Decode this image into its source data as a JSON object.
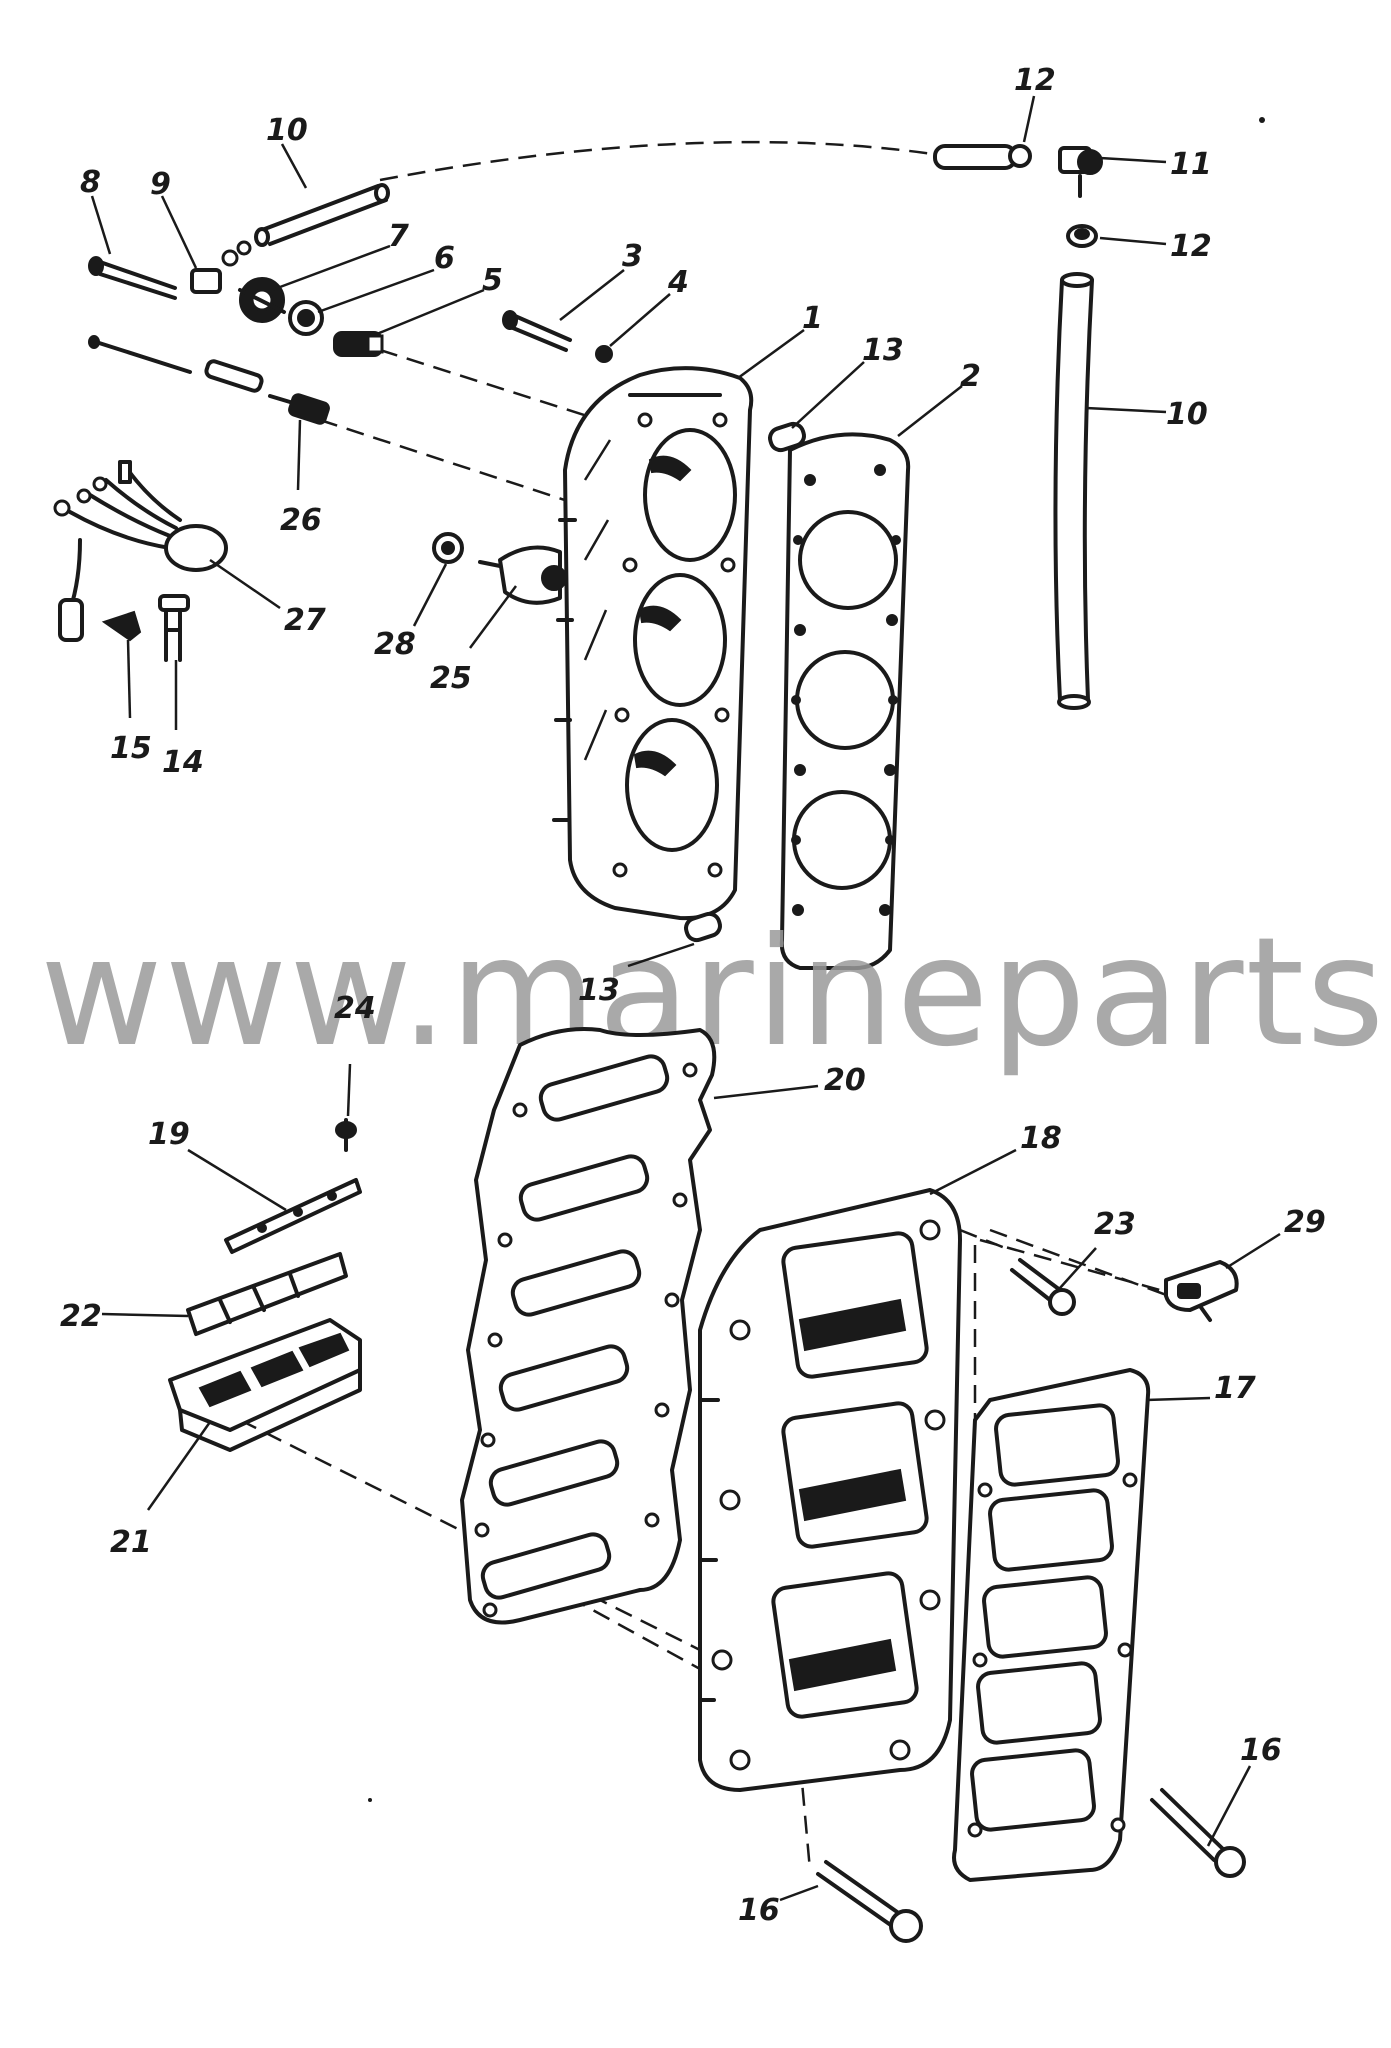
{
  "watermark": {
    "text": "www.marineparts.eu",
    "color": "#9a9a9a"
  },
  "colors": {
    "ink": "#1a1a1a",
    "background": "#ffffff"
  },
  "callouts": {
    "c1": "1",
    "c2": "2",
    "c3": "3",
    "c4": "4",
    "c5": "5",
    "c6": "6",
    "c7": "7",
    "c8": "8",
    "c9": "9",
    "c10a": "10",
    "c10b": "10",
    "c11": "11",
    "c12a": "12",
    "c12b": "12",
    "c13a": "13",
    "c13b": "13",
    "c14": "14",
    "c15": "15",
    "c16a": "16",
    "c16b": "16",
    "c17": "17",
    "c18": "18",
    "c19": "19",
    "c20": "20",
    "c21": "21",
    "c22": "22",
    "c23": "23",
    "c24": "24",
    "c25": "25",
    "c26": "26",
    "c27": "27",
    "c28": "28",
    "c29": "29"
  }
}
